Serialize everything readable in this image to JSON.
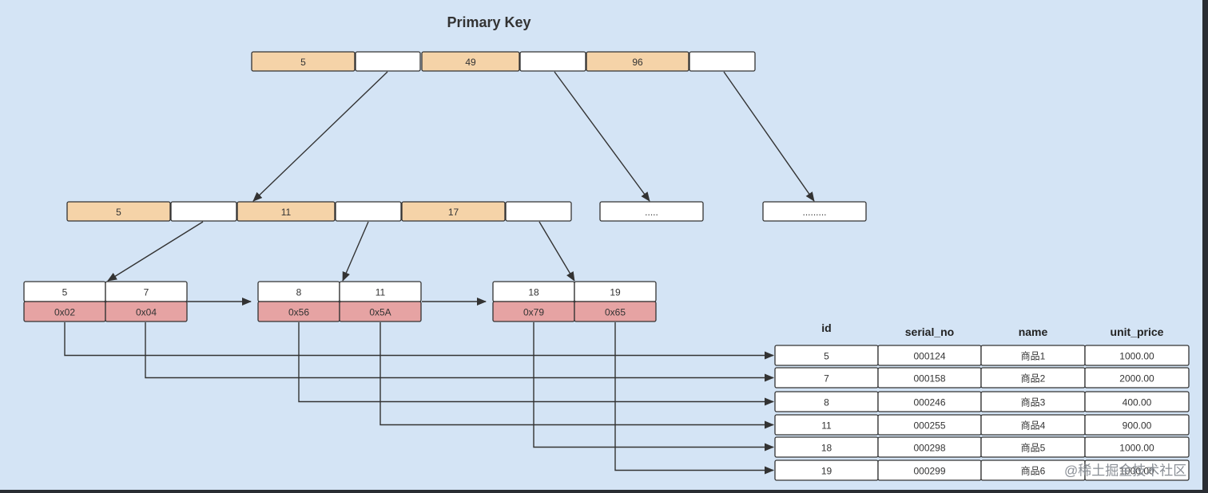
{
  "title": "Primary Key",
  "colors": {
    "background": "#d4e4f5",
    "key": "#f5d3a8",
    "empty": "#ffffff",
    "pointer": "#e6a3a3",
    "stroke": "#333333"
  },
  "root": {
    "keys": [
      "5",
      "49",
      "96"
    ]
  },
  "internal": {
    "keys": [
      "5",
      "11",
      "17"
    ]
  },
  "placeholders": [
    ".....",
    "........."
  ],
  "leaves": [
    {
      "keys": [
        "5",
        "7"
      ],
      "pointers": [
        "0x02",
        "0x04"
      ]
    },
    {
      "keys": [
        "8",
        "11"
      ],
      "pointers": [
        "0x56",
        "0x5A"
      ]
    },
    {
      "keys": [
        "18",
        "19"
      ],
      "pointers": [
        "0x79",
        "0x65"
      ]
    }
  ],
  "table": {
    "columns": [
      "id",
      "serial_no",
      "name",
      "unit_price"
    ],
    "rows": [
      [
        "5",
        "000124",
        "商品1",
        "1000.00"
      ],
      [
        "7",
        "000158",
        "商品2",
        "2000.00"
      ],
      [
        "8",
        "000246",
        "商品3",
        "400.00"
      ],
      [
        "11",
        "000255",
        "商品4",
        "900.00"
      ],
      [
        "18",
        "000298",
        "商品5",
        "1000.00"
      ],
      [
        "19",
        "000299",
        "商品6",
        "1000.00"
      ]
    ]
  },
  "watermark": "@稀土掘金技术社区"
}
